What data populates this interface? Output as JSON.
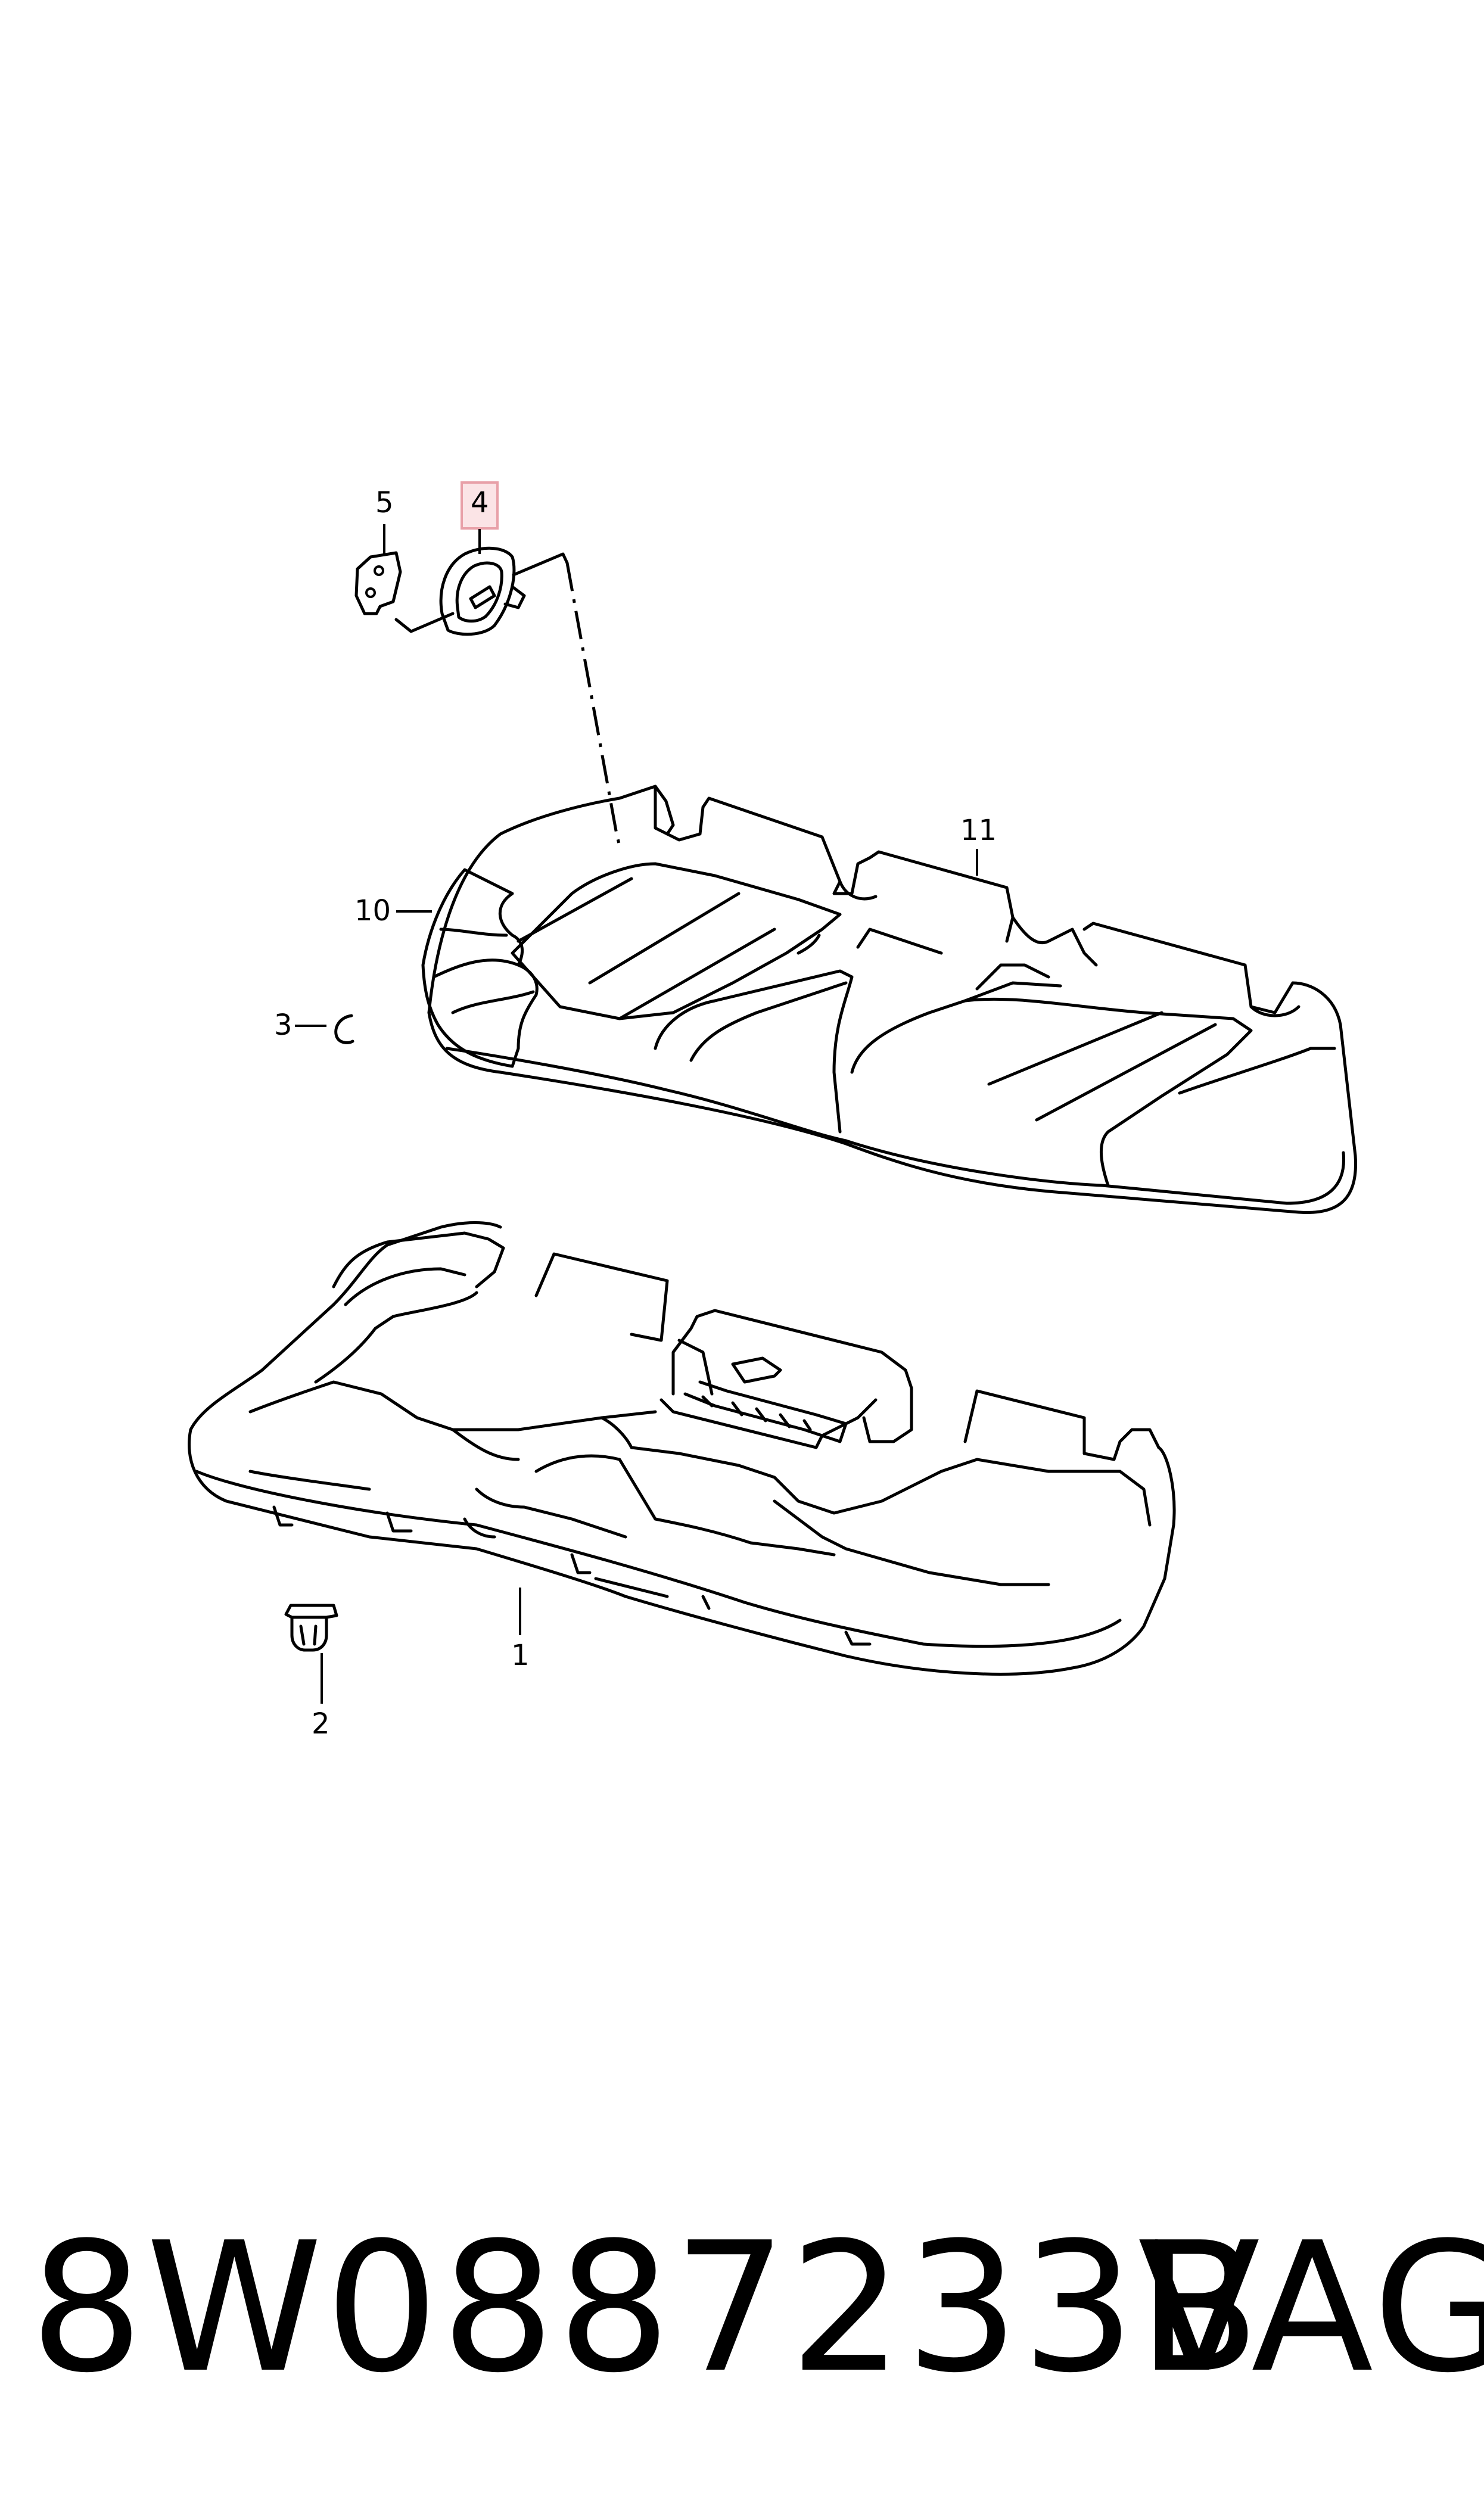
{
  "callouts": {
    "c1": "1",
    "c2": "2",
    "c3": "3",
    "c4": "4",
    "c5": "5",
    "c10": "10",
    "c11": "11"
  },
  "caption": {
    "part_number": "8W0887233B",
    "brand": "VAG"
  },
  "colors": {
    "highlight_box": "#e8a0a8",
    "highlight_fill": "#fbe4e6"
  }
}
